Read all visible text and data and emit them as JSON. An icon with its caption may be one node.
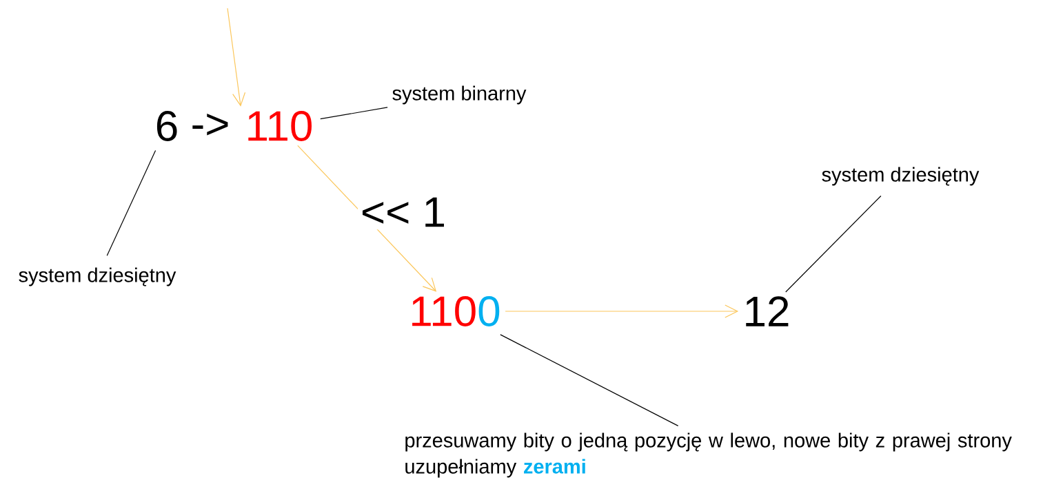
{
  "diagram": {
    "nodes": [
      {
        "text": [
          "6"
        ]
      },
      {
        "text": [
          "110"
        ]
      },
      {
        "text": [
          "system binarny"
        ]
      },
      {
        "text": [
          "system dziesiętny"
        ]
      },
      {
        "text": [
          "110",
          "0"
        ]
      },
      {
        "text": [
          "12"
        ]
      },
      {
        "text": [
          "system dziesiętny"
        ]
      },
      {
        "text": [
          "przesuwamy bity o jedną pozycję w lewo, nowe bity z prawej strony uzupełniamy",
          "zerami"
        ]
      }
    ],
    "edges": [
      {
        "from": null,
        "to": 1,
        "arrow": "to",
        "color": "#fbc65a"
      },
      {
        "from": 1,
        "to": 4,
        "arrow": "to",
        "label": "<< 1",
        "color": "#fbc65a"
      },
      {
        "from": 4,
        "to": 5,
        "arrow": "to",
        "color": "#fbc65a"
      },
      {
        "from": 1,
        "to": 2,
        "arrow": "none"
      },
      {
        "from": 0,
        "to": 3,
        "arrow": "none"
      },
      {
        "from": 5,
        "to": 6,
        "arrow": "none"
      },
      {
        "from": 4,
        "to": 7,
        "arrow": "none"
      }
    ],
    "labels": [
      "->"
    ]
  }
}
